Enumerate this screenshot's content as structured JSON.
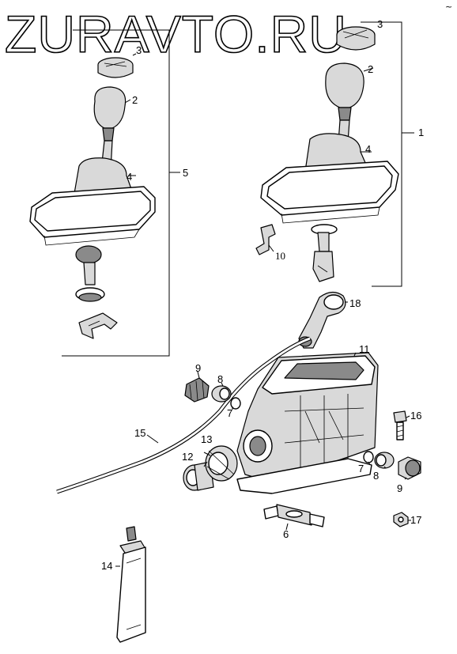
{
  "watermark": "ZURAVTO.RU",
  "callouts": [
    {
      "id": "c1",
      "label": "1"
    },
    {
      "id": "c2a",
      "label": "2"
    },
    {
      "id": "c2b",
      "label": "2"
    },
    {
      "id": "c3a",
      "label": "3"
    },
    {
      "id": "c3b",
      "label": "3"
    },
    {
      "id": "c4a",
      "label": "4"
    },
    {
      "id": "c4b",
      "label": "4"
    },
    {
      "id": "c5",
      "label": "5"
    },
    {
      "id": "c6",
      "label": "6"
    },
    {
      "id": "c7a",
      "label": "7"
    },
    {
      "id": "c7b",
      "label": "7"
    },
    {
      "id": "c8a",
      "label": "8"
    },
    {
      "id": "c8b",
      "label": "8"
    },
    {
      "id": "c9a",
      "label": "9"
    },
    {
      "id": "c9b",
      "label": "9"
    },
    {
      "id": "c10",
      "label": "10"
    },
    {
      "id": "c11",
      "label": "11"
    },
    {
      "id": "c12",
      "label": "12"
    },
    {
      "id": "c13",
      "label": "13"
    },
    {
      "id": "c14",
      "label": "14"
    },
    {
      "id": "c15",
      "label": "15"
    },
    {
      "id": "c16",
      "label": "16"
    },
    {
      "id": "c17",
      "label": "17"
    },
    {
      "id": "c18",
      "label": "18"
    }
  ],
  "icons": {
    "corner_mark": "tilde-glyph-icon"
  }
}
